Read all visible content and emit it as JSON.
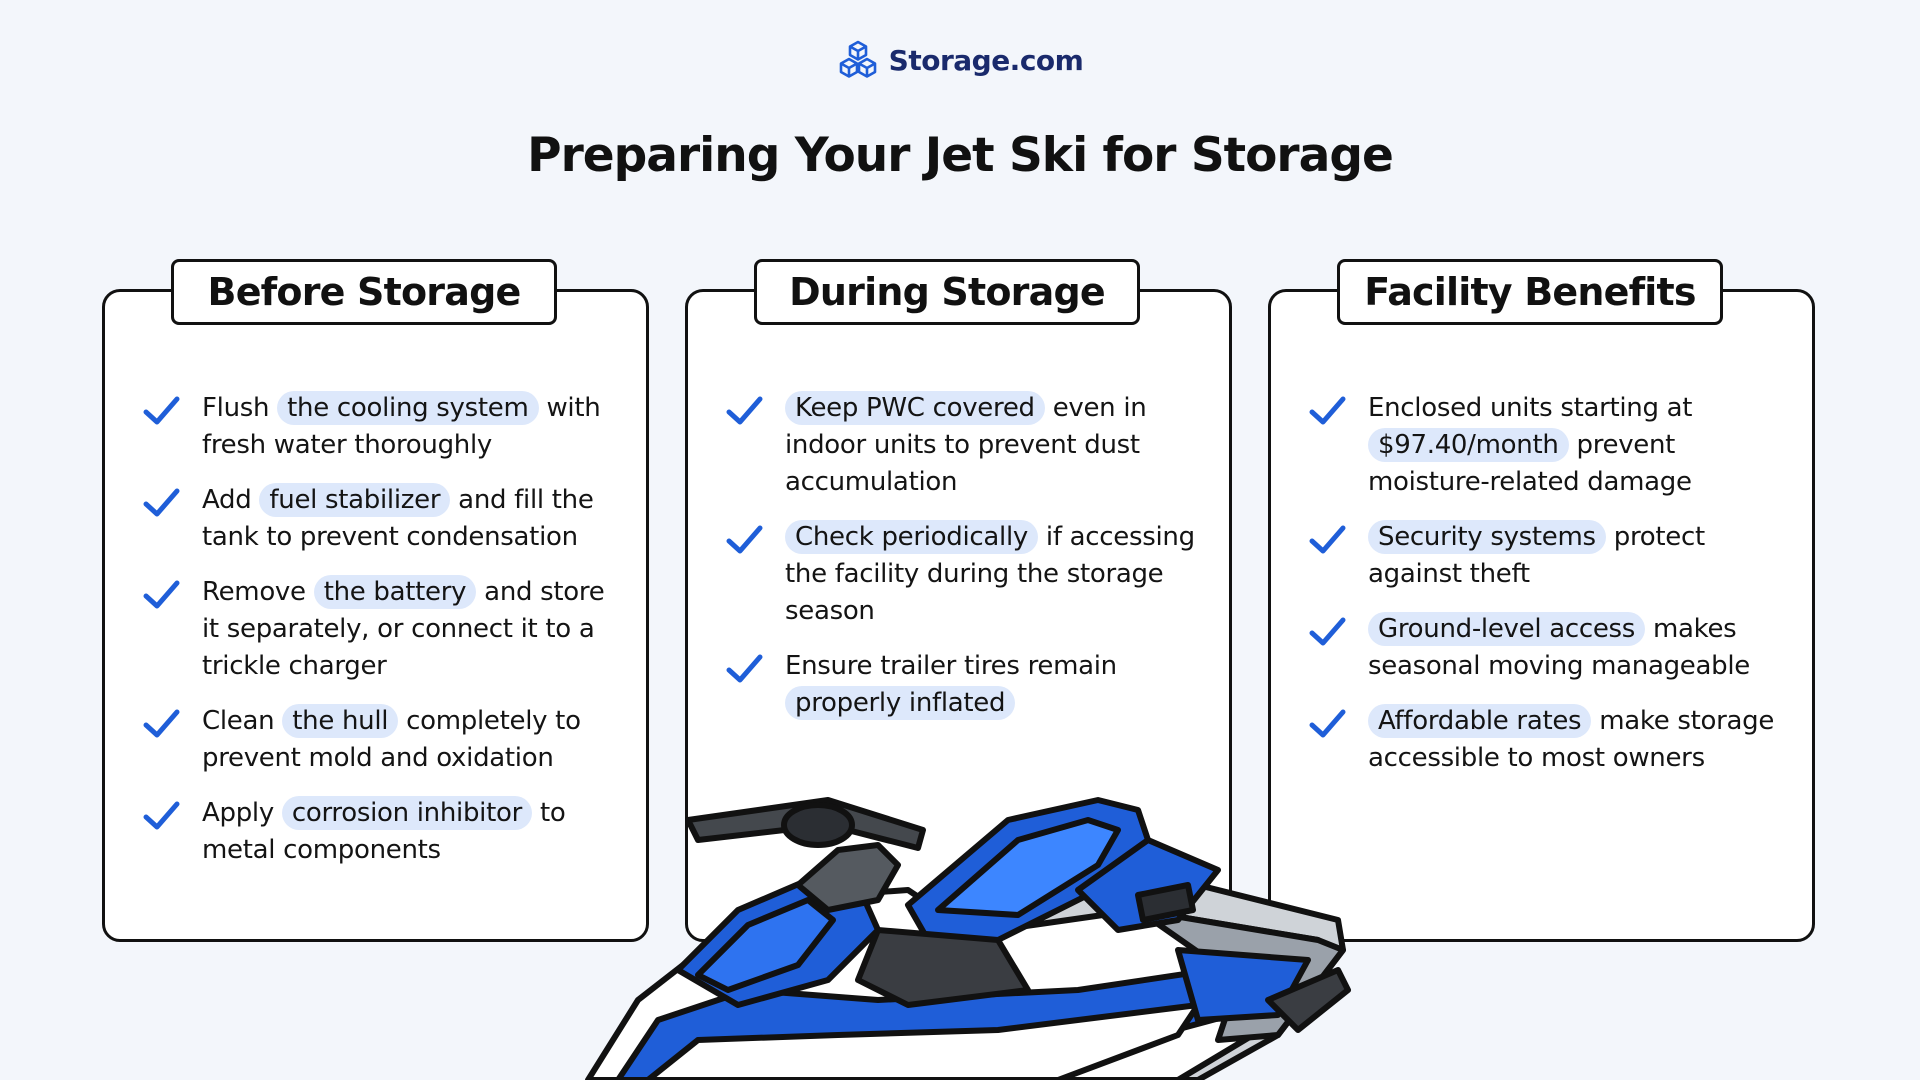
{
  "brand": {
    "name": "Storage.com",
    "accent_color": "#1f5ed8",
    "dark_color": "#1a2a6c"
  },
  "page": {
    "title": "Preparing Your Jet Ski for Storage"
  },
  "cards": [
    {
      "header": "Before Storage",
      "items": [
        {
          "pre": "Flush ",
          "highlight": "the cooling system",
          "post": " with fresh water thoroughly"
        },
        {
          "pre": "Add ",
          "highlight": "fuel stabilizer",
          "post": " and fill the tank to prevent condensation"
        },
        {
          "pre": "Remove ",
          "highlight": "the battery",
          "post": " and store it separately, or connect it to a trickle charger"
        },
        {
          "pre": "Clean ",
          "highlight": "the hull",
          "post": " completely to prevent mold and oxidation"
        },
        {
          "pre": "Apply ",
          "highlight": "corrosion inhibitor",
          "post": " to metal components"
        }
      ]
    },
    {
      "header": "During Storage",
      "items": [
        {
          "pre": "",
          "highlight": "Keep PWC covered",
          "post": " even in indoor units to prevent dust accumulation"
        },
        {
          "pre": "",
          "highlight": "Check periodically",
          "post": " if accessing the facility during the storage season"
        },
        {
          "pre": "Ensure trailer tires remain ",
          "highlight": "properly inflated",
          "post": ""
        }
      ]
    },
    {
      "header": "Facility Benefits",
      "items": [
        {
          "pre": "Enclosed units starting at ",
          "highlight": "$97.40/month",
          "post": " prevent moisture-related damage"
        },
        {
          "pre": "",
          "highlight": "Security systems",
          "post": " protect against theft"
        },
        {
          "pre": "",
          "highlight": "Ground-level access",
          "post": " makes seasonal moving manageable"
        },
        {
          "pre": "",
          "highlight": "Affordable rates",
          "post": " make storage accessible to most owners"
        }
      ]
    }
  ],
  "icons": {
    "logo": "cube-cluster-logo-icon",
    "bullet": "checkmark-icon",
    "illustration": "jet-ski-illustration"
  }
}
